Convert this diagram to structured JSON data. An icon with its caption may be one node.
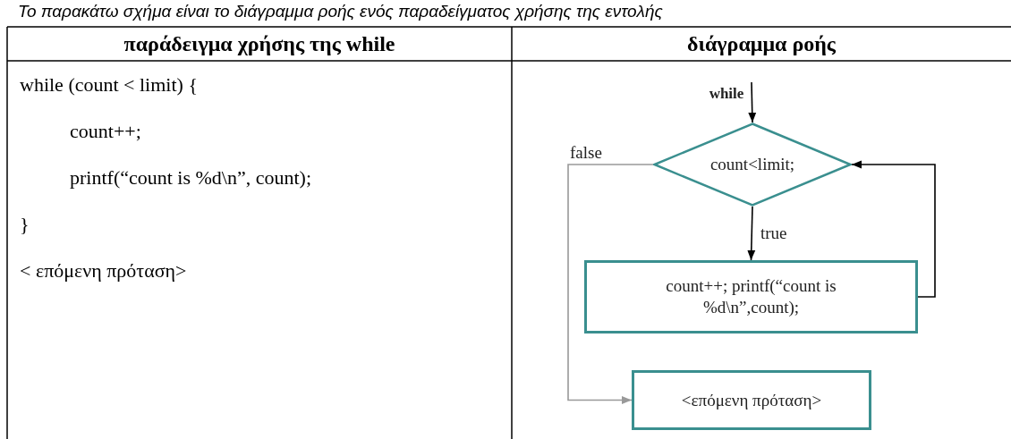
{
  "diagram": {
    "nodes": [
      {
        "text": [
          "while"
        ]
      },
      {
        "text": [
          "count<limit;"
        ]
      },
      {
        "text": [
          "count++; printf(“count is %d\\n”,count);"
        ]
      },
      {
        "text": [
          "<επόμενη πρόταση>"
        ]
      }
    ],
    "edges": [
      {
        "from": 0,
        "to": 1,
        "arrow": "to"
      },
      {
        "from": 1,
        "to": 2,
        "arrow": "to",
        "label": "true"
      },
      {
        "from": 2,
        "to": 1,
        "arrow": "to"
      },
      {
        "from": 1,
        "to": 3,
        "arrow": "to",
        "label": "false",
        "color": "#999999"
      }
    ],
    "labels": [
      "Το παρακάτω σχήμα είναι το διάγραμμα ροής ενός παραδείγματος χρήσης της εντολής",
      "παράδειγμα χρήσης της while",
      "διάγραμμα ροής",
      "while (count < limit) {",
      "count++;",
      "printf(“count is %d\\n”, count);",
      "}",
      "< επόμενη πρόταση>"
    ]
  }
}
